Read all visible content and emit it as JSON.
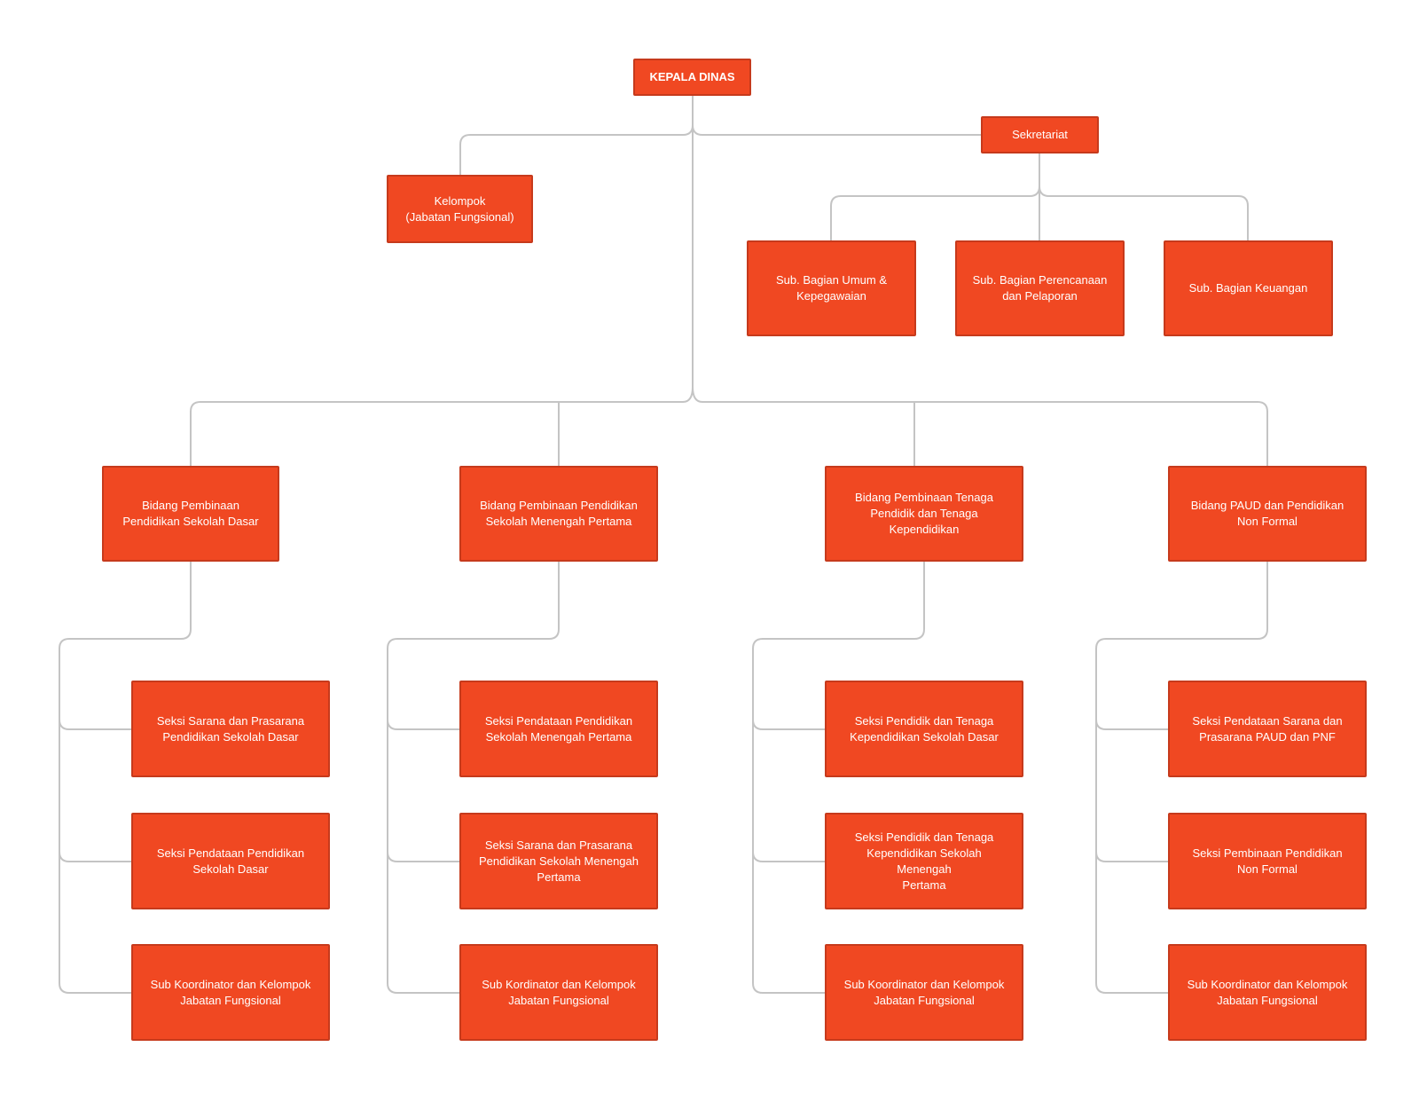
{
  "org": {
    "head": "KEPALA DINAS",
    "secretariat": "Sekretariat",
    "group": "Kelompok\n(Jabatan Fungsional)",
    "subsections": [
      "Sub. Bagian Umum &\nKepegawaian",
      "Sub. Bagian Perencanaan\ndan Pelaporan",
      "Sub. Bagian Keuangan"
    ],
    "divisions": [
      {
        "name": "Bidang Pembinaan\nPendidikan Sekolah Dasar",
        "sections": [
          "Seksi Sarana dan Prasarana\nPendidikan Sekolah Dasar",
          "Seksi Pendataan Pendidikan\nSekolah Dasar",
          "Sub Koordinator dan Kelompok\nJabatan Fungsional"
        ]
      },
      {
        "name": "Bidang Pembinaan Pendidikan\nSekolah Menengah Pertama",
        "sections": [
          "Seksi Pendataan Pendidikan\nSekolah Menengah Pertama",
          "Seksi Sarana dan Prasarana\nPendidikan Sekolah Menengah\nPertama",
          "Sub Kordinator dan Kelompok\nJabatan Fungsional"
        ]
      },
      {
        "name": "Bidang Pembinaan Tenaga\nPendidik dan Tenaga\nKependidikan",
        "sections": [
          "Seksi Pendidik dan Tenaga\nKependidikan Sekolah Dasar",
          "Seksi Pendidik dan Tenaga\nKependidikan Sekolah Menengah\nPertama",
          "Sub Koordinator dan Kelompok\nJabatan Fungsional"
        ]
      },
      {
        "name": "Bidang PAUD dan Pendidikan\nNon Formal",
        "sections": [
          "Seksi Pendataan Sarana dan\nPrasarana  PAUD dan PNF",
          "Seksi Pembinaan Pendidikan\nNon Formal",
          "Sub Koordinator dan Kelompok\nJabatan Fungsional"
        ]
      }
    ]
  },
  "colors": {
    "box_fill": "#f04822",
    "box_border": "#c63a1c",
    "connector": "#c4c4c4",
    "text": "#ffffff"
  }
}
